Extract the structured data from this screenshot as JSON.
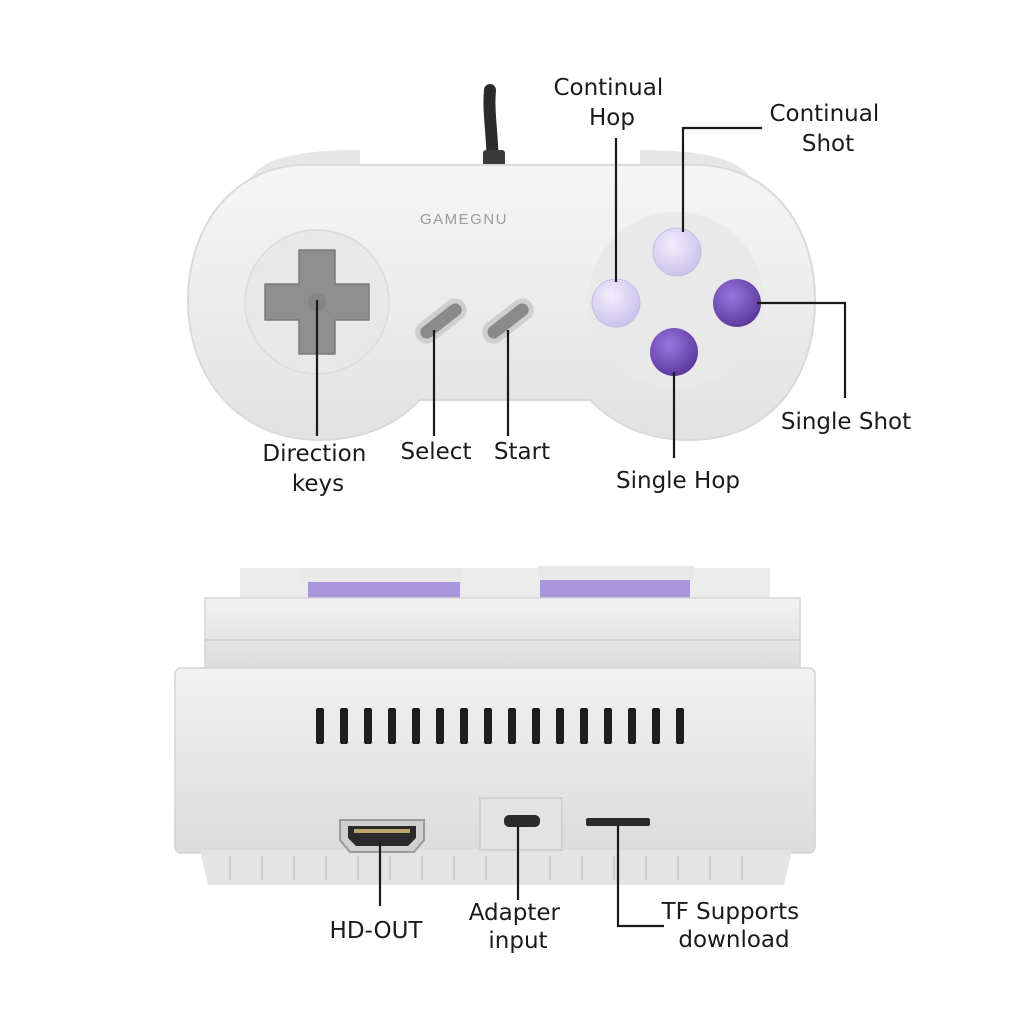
{
  "brand": "GAMEGNU",
  "controller": {
    "labels": {
      "continual_hop": [
        "Continual",
        "Hop"
      ],
      "continual_shot": [
        "Continual",
        "Shot"
      ],
      "single_shot": "Single Shot",
      "single_hop": "Single Hop",
      "direction_keys": [
        "Direction",
        "keys"
      ],
      "select": "Select",
      "start": "Start"
    }
  },
  "console": {
    "labels": {
      "hd_out": "HD-OUT",
      "adapter_input": [
        "Adapter",
        "input"
      ],
      "tf_supports": [
        "TF Supports",
        "download"
      ]
    }
  },
  "colors": {
    "shell": "#ebebeb",
    "dpad": "#8f8f8f",
    "light_purple": "#d9d3f2",
    "dark_purple": "#6e48b8",
    "console_purple": "#a895dc"
  }
}
